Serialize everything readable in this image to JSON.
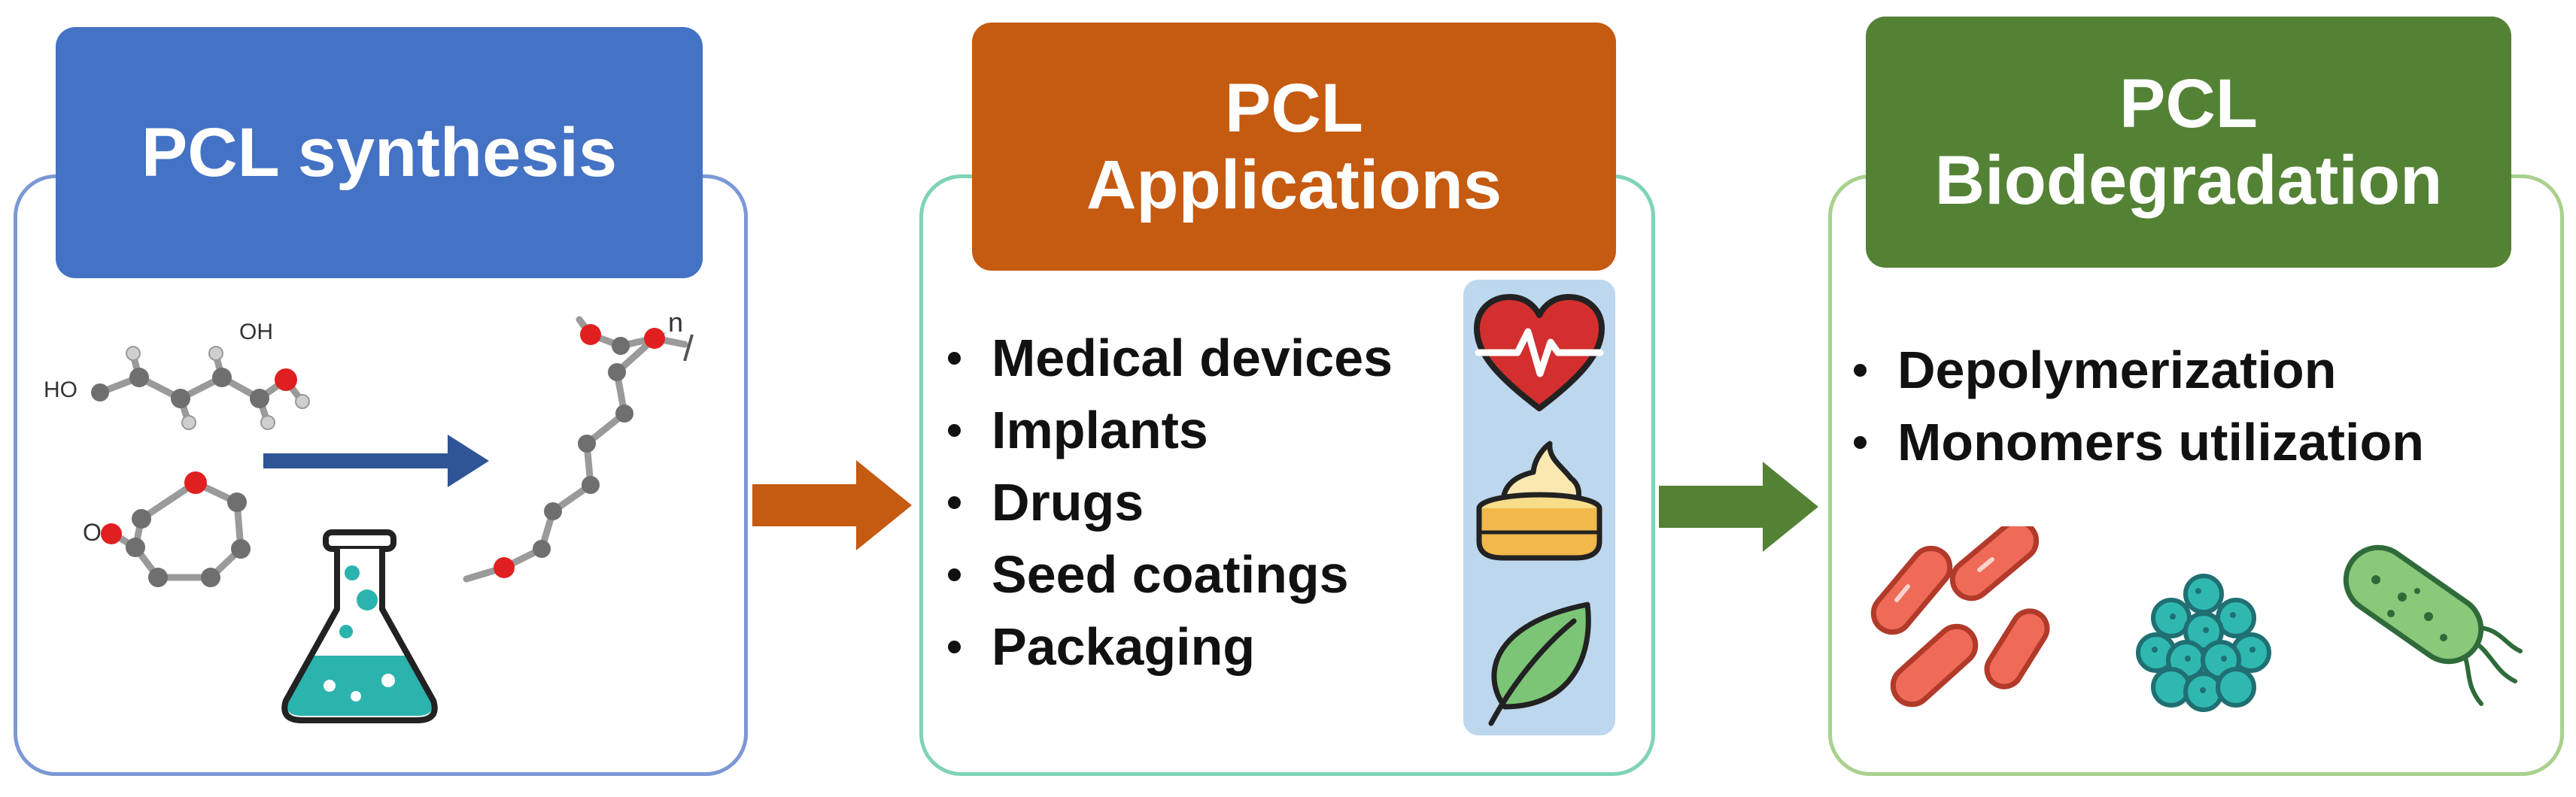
{
  "panels": [
    {
      "title_lines": [
        "PCL synthesis"
      ],
      "color": "#4472C4",
      "border_color": "#7C98D6",
      "bullets": []
    },
    {
      "title_lines": [
        "PCL",
        "Applications"
      ],
      "color": "#C55A11",
      "border_color": "#7FD3B6",
      "bullets": [
        "Medical devices",
        "Implants",
        "Drugs",
        "Seed coatings",
        "Packaging"
      ]
    },
    {
      "title_lines": [
        "PCL",
        "Biodegradation"
      ],
      "color": "#548235",
      "border_color": "#A9D18E",
      "bullets": [
        "Depolymerization",
        "Monomers utilization"
      ]
    }
  ],
  "molecule_labels": {
    "hydroxyl_top": "OH",
    "hydroxyl_left": "HO",
    "carbonyl_oxygen": "O",
    "repeat_n": "n"
  },
  "arrows": {
    "synthesis_arrow_color": "#2F5597",
    "connector_1_color": "#C55A11",
    "connector_2_color": "#548235"
  },
  "icons": [
    "heart-pulse-icon",
    "cream-jar-icon",
    "leaf-icon",
    "rod-bacteria-icon",
    "cocci-cluster-icon",
    "bacillus-flagella-icon",
    "flask-icon"
  ],
  "icon_colors": {
    "icon_panel_bg": "#BDD7EE",
    "heart": "#D32F2F",
    "cream": "#F7DC8A",
    "leaf": "#7CC576",
    "rod_bacteria": "#EF6B57",
    "cocci": "#2FB8B0",
    "bacillus": "#8BC97A",
    "flask_liquid": "#2BB3AE"
  }
}
